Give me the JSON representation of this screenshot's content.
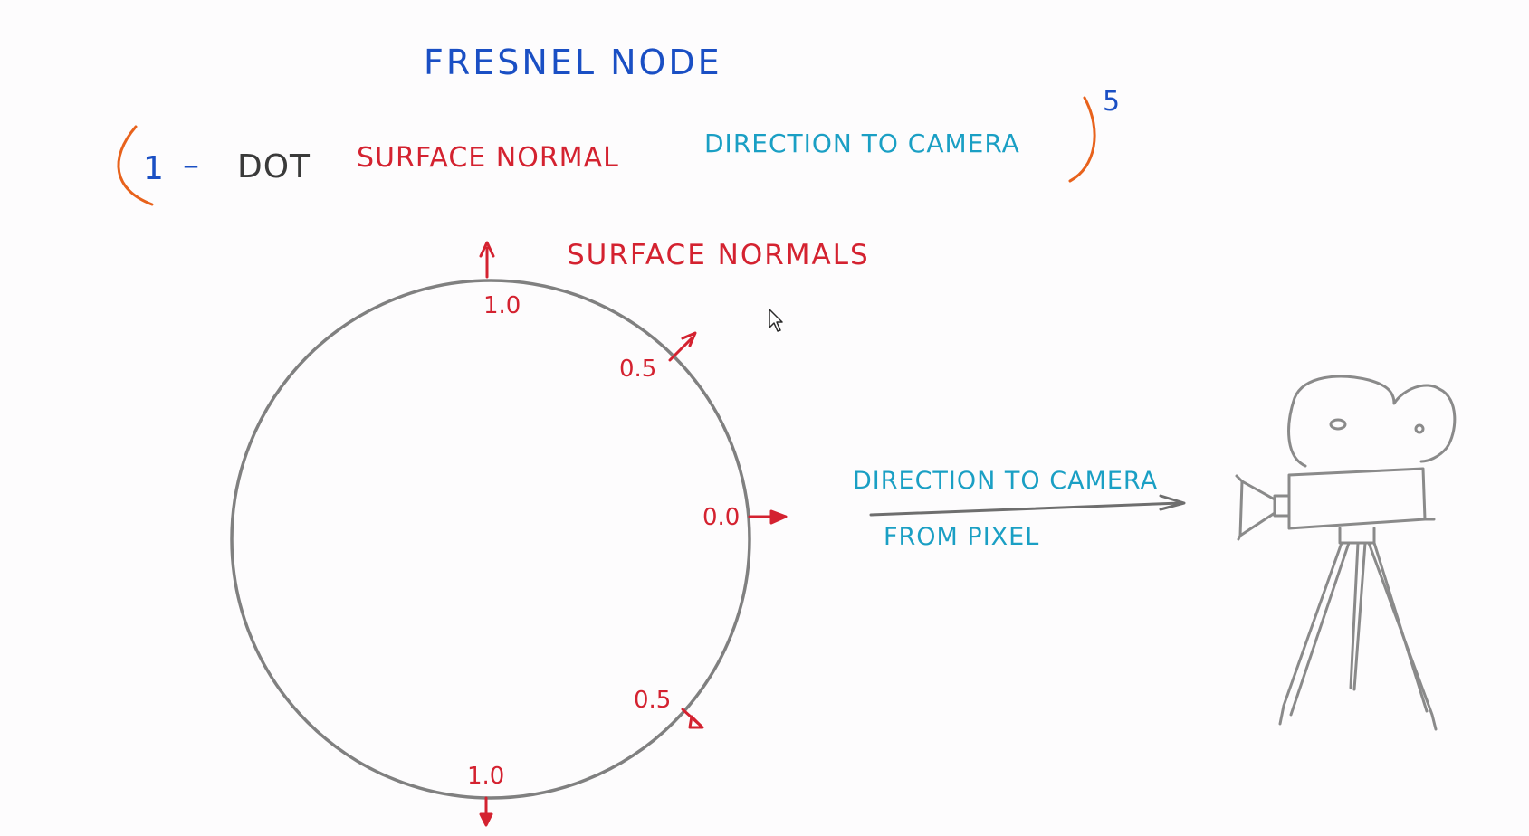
{
  "title": "Fresnel Node",
  "formula": {
    "open_paren": "(",
    "one": "1",
    "minus": "–",
    "dot": "Dot",
    "surface_normal": "Surface Normal",
    "direction_to_camera": "Direction to Camera",
    "close_paren": ")",
    "exponent": "5"
  },
  "diagram": {
    "surface_normals_label": "Surface Normals",
    "values": {
      "top": "1.0",
      "upper_right": "0.5",
      "right": "0.0",
      "lower_right": "0.5",
      "bottom": "1.0"
    },
    "direction_label": "Direction to Camera",
    "from_pixel_label": "From Pixel"
  },
  "colors": {
    "background": "#fdfcfd",
    "title_blue": "#1a4fc4",
    "parenthesis_orange": "#e8621c",
    "dot_gray": "#3a3a3a",
    "normal_red": "#d42230",
    "direction_teal": "#1a9fc4",
    "outline_gray": "#808080"
  },
  "icons": [
    "mouse-cursor-icon",
    "movie-camera-icon"
  ]
}
